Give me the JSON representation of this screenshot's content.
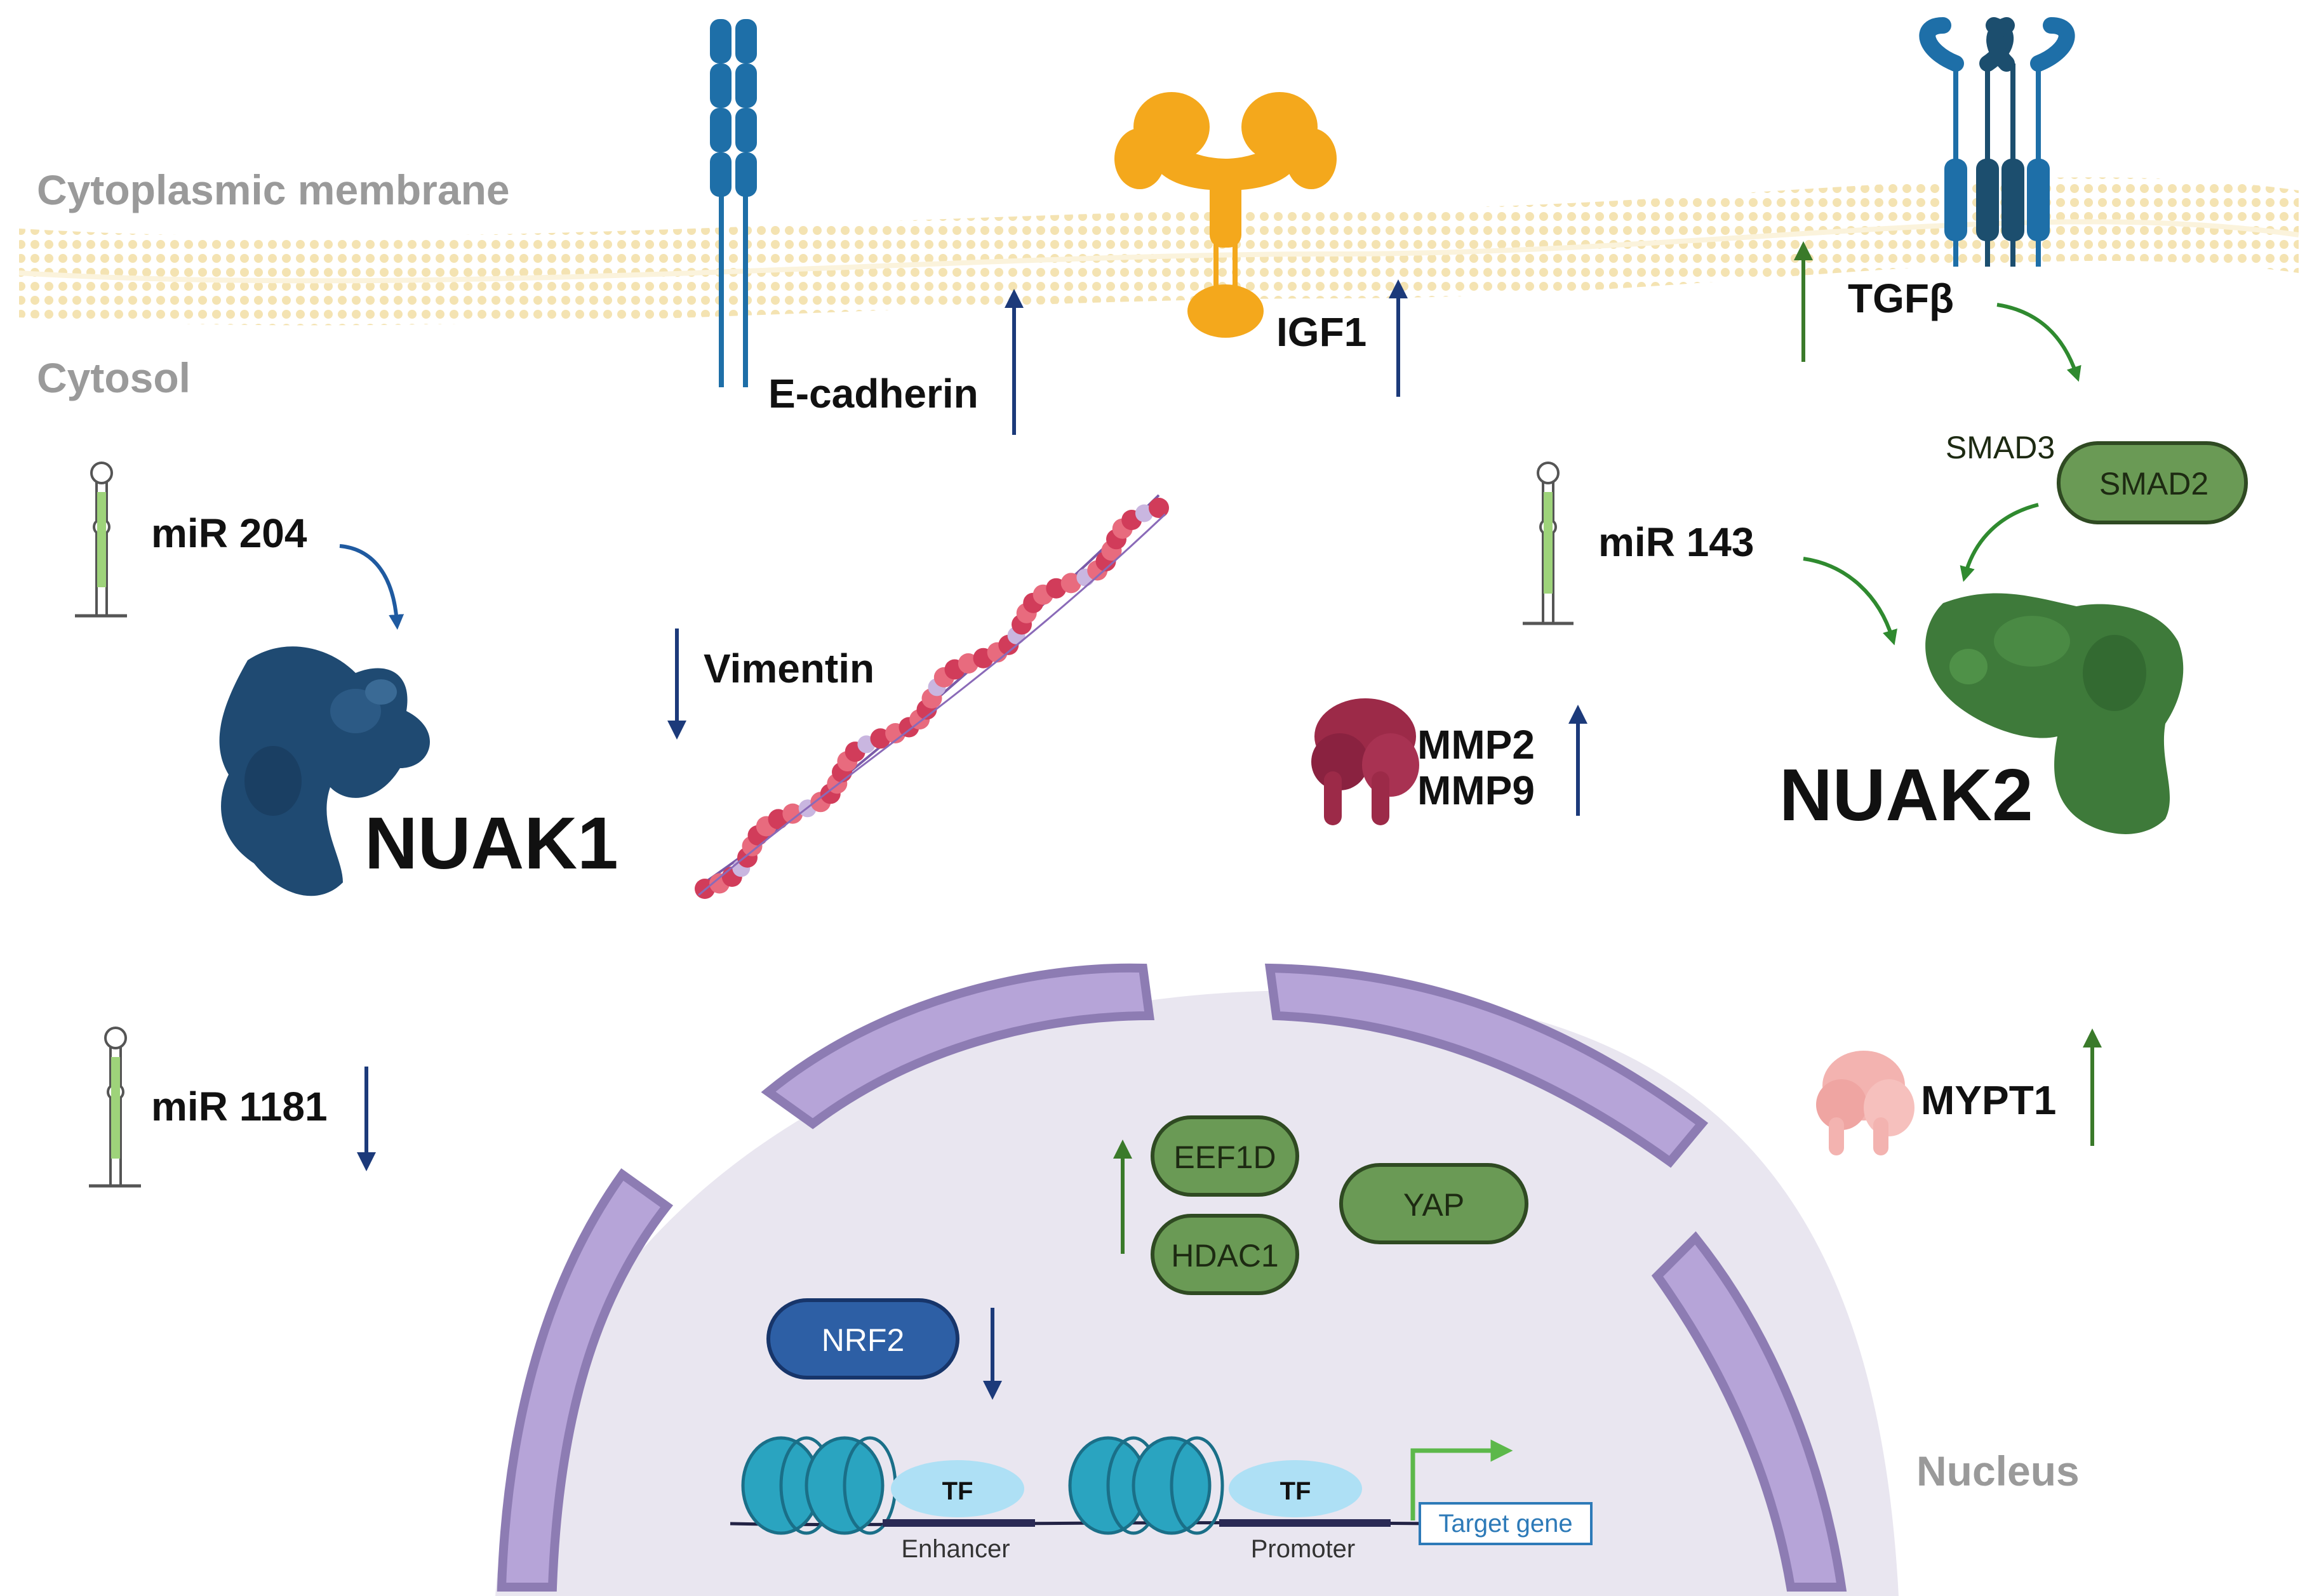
{
  "regions": {
    "membrane": "Cytoplasmic membrane",
    "cytosol": "Cytosol",
    "nucleus": "Nucleus"
  },
  "proteins": {
    "nuak1": "NUAK1",
    "nuak2": "NUAK2",
    "ecadherin": "E-cadherin",
    "igf1": "IGF1",
    "tgfb": "TGFβ",
    "vimentin": "Vimentin",
    "mmp2": "MMP2",
    "mmp9": "MMP9",
    "mypt1": "MYPT1"
  },
  "mirnas": {
    "mir204": "miR 204",
    "mir143": "miR 143",
    "mir1181": "miR 1181"
  },
  "complexes": {
    "smad3": "SMAD3",
    "smad2": "SMAD2",
    "eef1d": "EEF1D",
    "hdac1": "HDAC1",
    "yap": "YAP",
    "nrf2": "NRF2"
  },
  "dna": {
    "tf_1": "TF",
    "tf_2": "TF",
    "enhancer": "Enhancer",
    "promoter": "Promoter",
    "target_gene": "Target gene"
  },
  "colors": {
    "nuak1": "#1f4a72",
    "nuak2": "#3e7a3a",
    "arrow_blue": "#1c3a7a",
    "arrow_green": "#3a7a2a",
    "membrane": "#f2e2b4",
    "nucleus_envelope": "#b6a4d8",
    "nucleus_fill": "#e9e6f0",
    "receptor_blue": "#1e6fa8",
    "igf1_orange": "#f4a81c",
    "mmp_red": "#9c2a48",
    "mypt1_pink": "#f3b3b0"
  }
}
